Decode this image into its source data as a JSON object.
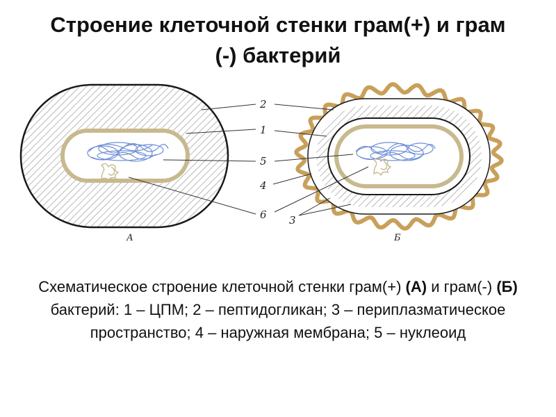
{
  "title": {
    "line1": "Строение клеточной стенки грам(+) и грам",
    "line2": "(-) бактерий"
  },
  "diagram": {
    "labels": {
      "l1": "1",
      "l2": "2",
      "l3": "3",
      "l4": "4",
      "l5": "5",
      "l6": "6"
    },
    "panel_a": "А",
    "panel_b": "Б"
  },
  "caption": {
    "part1": "Схематическое строение клеточной стенки грам(+) ",
    "a_bold": "(А)",
    "part2": " и грам(-) ",
    "b_bold": "(Б)",
    "part3": " бактерий: 1 – ЦПМ; 2 – пептидогликан; 3 – периплазматическое пространство; 4 – наружная мембрана; 5 – нуклеоид"
  },
  "colors": {
    "hatch": "#9a9a9a",
    "membrane": "#c8b98e",
    "nucleoid": "#6f8fd6",
    "outer_membrane": "#c9a05a",
    "outline": "#1a1a1a"
  }
}
